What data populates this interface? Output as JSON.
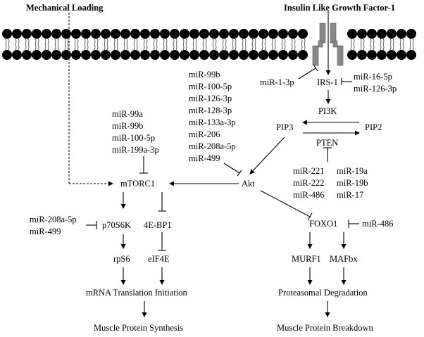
{
  "header": {
    "left": "Mechanical Loading",
    "right": "Insulin Like Growth Factor-1"
  },
  "nodes": {
    "irs1": "IRS-1",
    "pi3k": "PI3K",
    "pip3": "PIP3",
    "pip2": "PIP2",
    "pten": "PTEN",
    "akt": "Akt",
    "mtorc1": "mTORC1",
    "p70s6k": "p70S6K",
    "ebp1": "4E-BP1",
    "rps6": "rpS6",
    "eif4e": "eIF4E",
    "translation": "mRNA Translation Initiation",
    "synthesis": "Muscle Protein Synthesis",
    "foxo1": "FOXO1",
    "murf1": "MURF1",
    "mafbx": "MAFbx",
    "proteasomal": "Proteasomal Degradation",
    "breakdown": "Muscle Protein Breakdown"
  },
  "mirnas": {
    "irs1_left": [
      "miR-1-3p"
    ],
    "irs1_right": [
      "miR-16-5p",
      "miR-126-3p"
    ],
    "akt_inhibitors": [
      "miR-99b",
      "miR-100-5p",
      "miR-126-3p",
      "miR-128-3p",
      "miR-133a-3p",
      "miR-206",
      "miR-208a-5p",
      "miR-499"
    ],
    "mtorc1_inhibitors": [
      "miR-99a",
      "miR-99b",
      "miR-100-5p",
      "miR-199a-3p"
    ],
    "pten_col1": [
      "miR-221",
      "miR-222",
      "miR-486"
    ],
    "pten_col2": [
      "miR-19a",
      "miR-19b",
      "miR-17"
    ],
    "p70s6k_inhibitors": [
      "miR-208a-5p",
      "miR-499"
    ],
    "foxo1_inhibitor": [
      "miR-486"
    ]
  }
}
